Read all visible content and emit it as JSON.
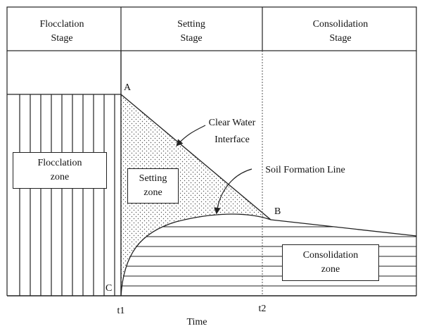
{
  "stages": [
    {
      "line1": "Flocclation",
      "line2": "Stage"
    },
    {
      "line1": "Setting",
      "line2": "Stage"
    },
    {
      "line1": "Consolidation",
      "line2": "Stage"
    }
  ],
  "points": {
    "a": "A",
    "b": "B",
    "c": "C"
  },
  "annotations": {
    "clear_water_line1": "Clear Water",
    "clear_water_line2": "Interface",
    "soil_formation": "Soil Formation Line"
  },
  "zones": {
    "flocclation": {
      "line1": "Flocclation",
      "line2": "zone"
    },
    "setting": {
      "line1": "Setting",
      "line2": "zone"
    },
    "consolidation": {
      "line1": "Consolidation",
      "line2": "zone"
    }
  },
  "axis": {
    "t1": "t1",
    "t2": "t2",
    "xlabel": "Time"
  },
  "colors": {
    "line": "#222222",
    "dots": "#555555",
    "background": "#ffffff"
  }
}
